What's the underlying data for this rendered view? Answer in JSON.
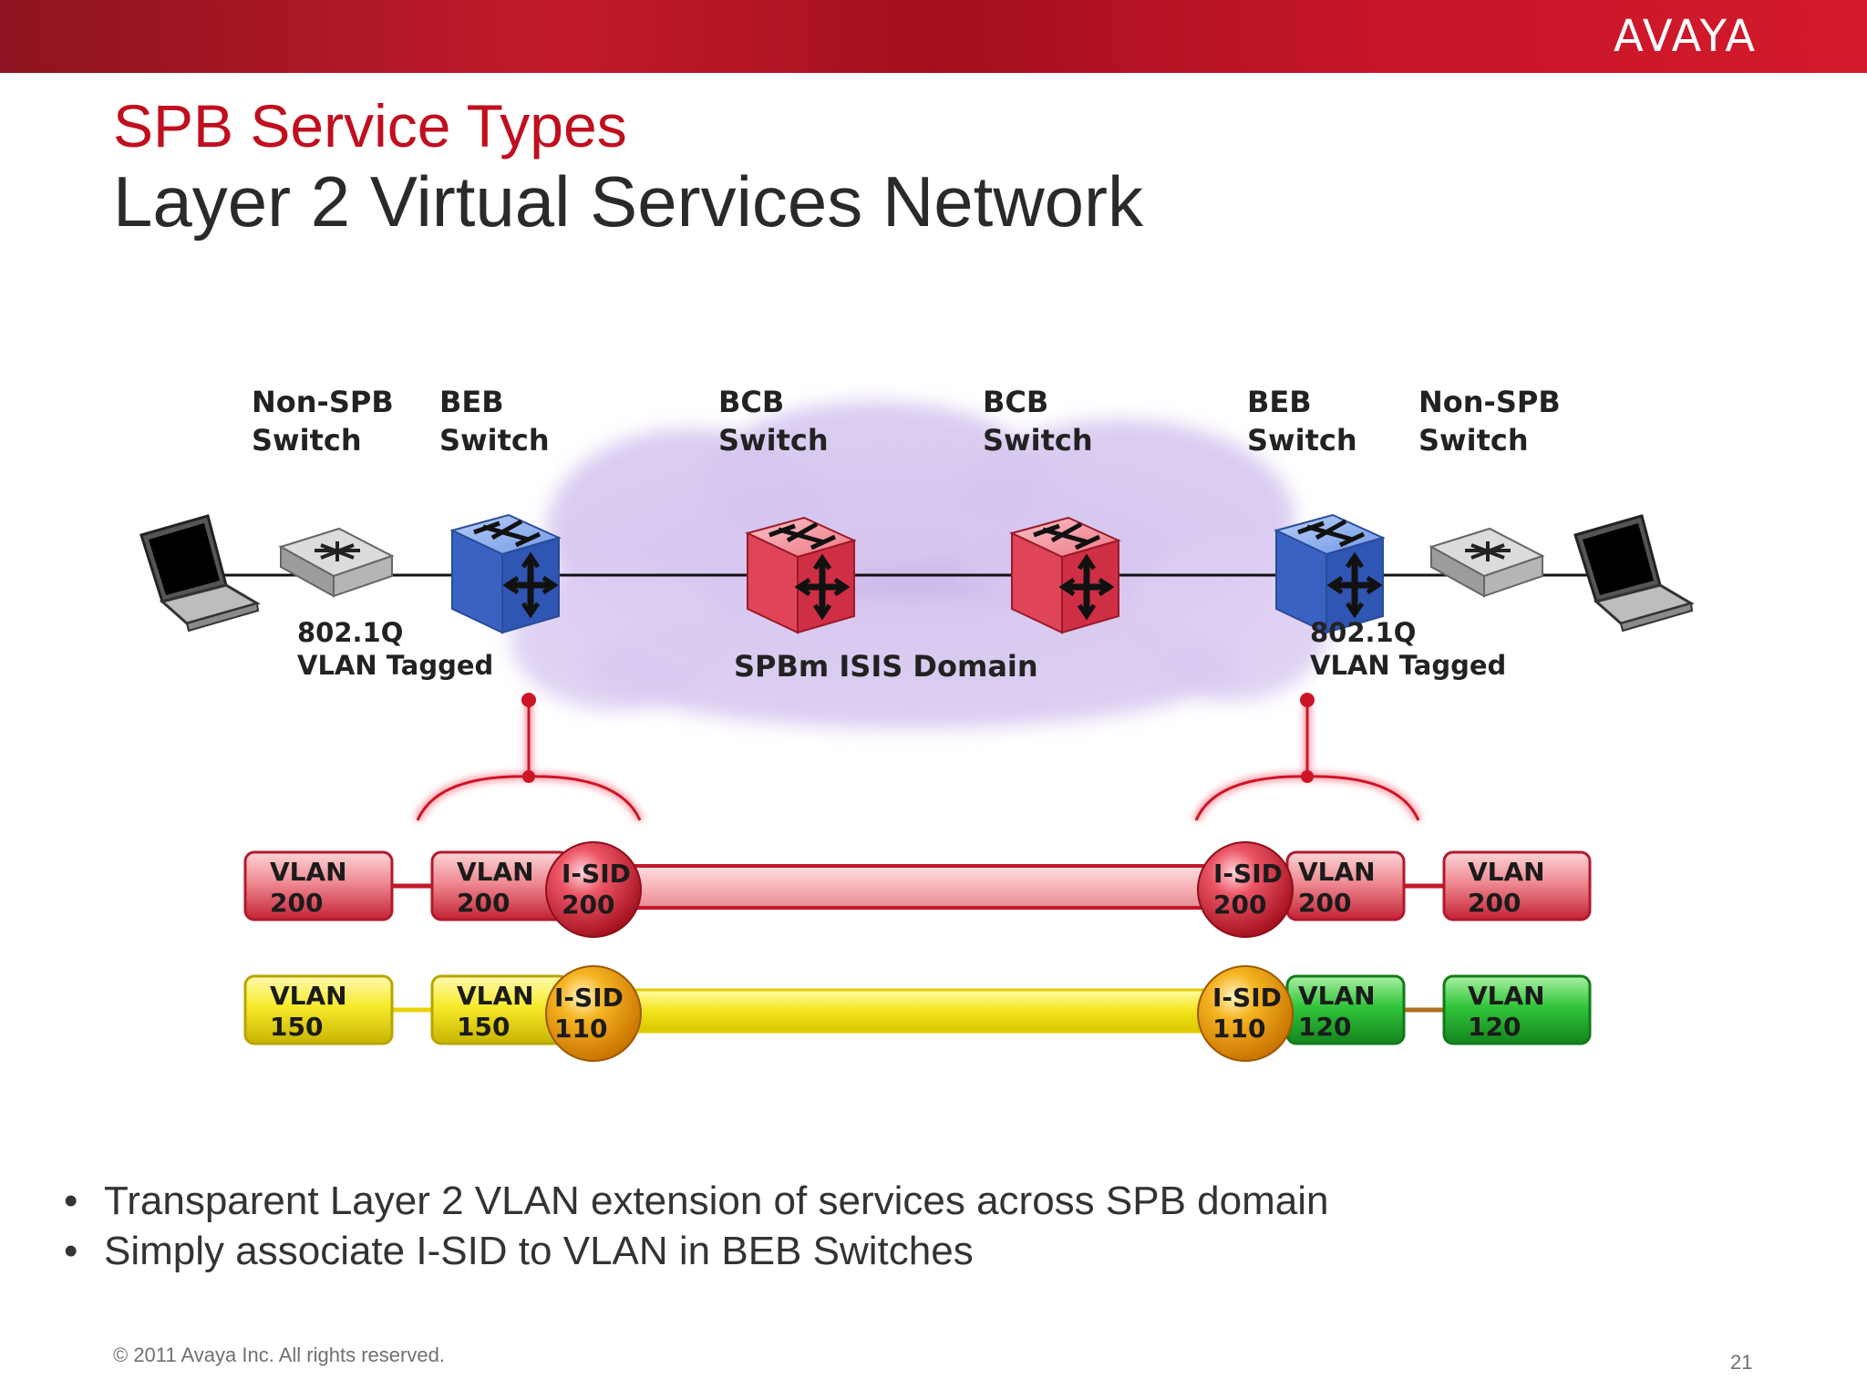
{
  "brand": {
    "logo_text": "AVAYA"
  },
  "slide": {
    "title": "SPB Service Types",
    "subtitle": "Layer 2 Virtual Services Network"
  },
  "diagram": {
    "labels": {
      "non_spb_left": [
        "Non-SPB",
        "Switch"
      ],
      "beb_left": [
        "BEB",
        "Switch"
      ],
      "bcb_left": [
        "BCB",
        "Switch"
      ],
      "bcb_right": [
        "BCB",
        "Switch"
      ],
      "beb_right": [
        "BEB",
        "Switch"
      ],
      "non_spb_right": [
        "Non-SPB",
        "Switch"
      ],
      "tagged_left": [
        "802.1Q",
        "VLAN Tagged"
      ],
      "tagged_right": [
        "802.1Q",
        "VLAN Tagged"
      ],
      "domain": "SPBm ISIS Domain"
    },
    "row_red": {
      "left_vlan": [
        "VLAN",
        "200"
      ],
      "left_beb_vlan": [
        "VLAN",
        "200"
      ],
      "left_isid": [
        "I-SID",
        "200"
      ],
      "right_isid": [
        "I-SID",
        "200"
      ],
      "right_beb_vlan": [
        "VLAN",
        "200"
      ],
      "right_vlan": [
        "VLAN",
        "200"
      ]
    },
    "row_yellow": {
      "left_vlan": [
        "VLAN",
        "150"
      ],
      "left_beb_vlan": [
        "VLAN",
        "150"
      ],
      "left_isid": [
        "I-SID",
        "110"
      ],
      "right_isid": [
        "I-SID",
        "110"
      ],
      "right_beb_vlan": [
        "VLAN",
        "120"
      ],
      "right_vlan": [
        "VLAN",
        "120"
      ]
    },
    "colors": {
      "red": "#d9303f",
      "pink_bar": "#f6b3b8",
      "yellow": "#f2e11a",
      "green": "#2bbf3a",
      "orange": "#f0a015",
      "beb_blue": "#3f6fd0",
      "bcb_red": "#e03a4c",
      "cloud": "#d8c8ee"
    }
  },
  "bullets": [
    "Transparent Layer 2 VLAN extension of services across SPB domain",
    "Simply associate I-SID to VLAN in BEB Switches"
  ],
  "footer": {
    "copyright": "© 2011 Avaya Inc. All rights reserved.",
    "page_number": "21"
  }
}
